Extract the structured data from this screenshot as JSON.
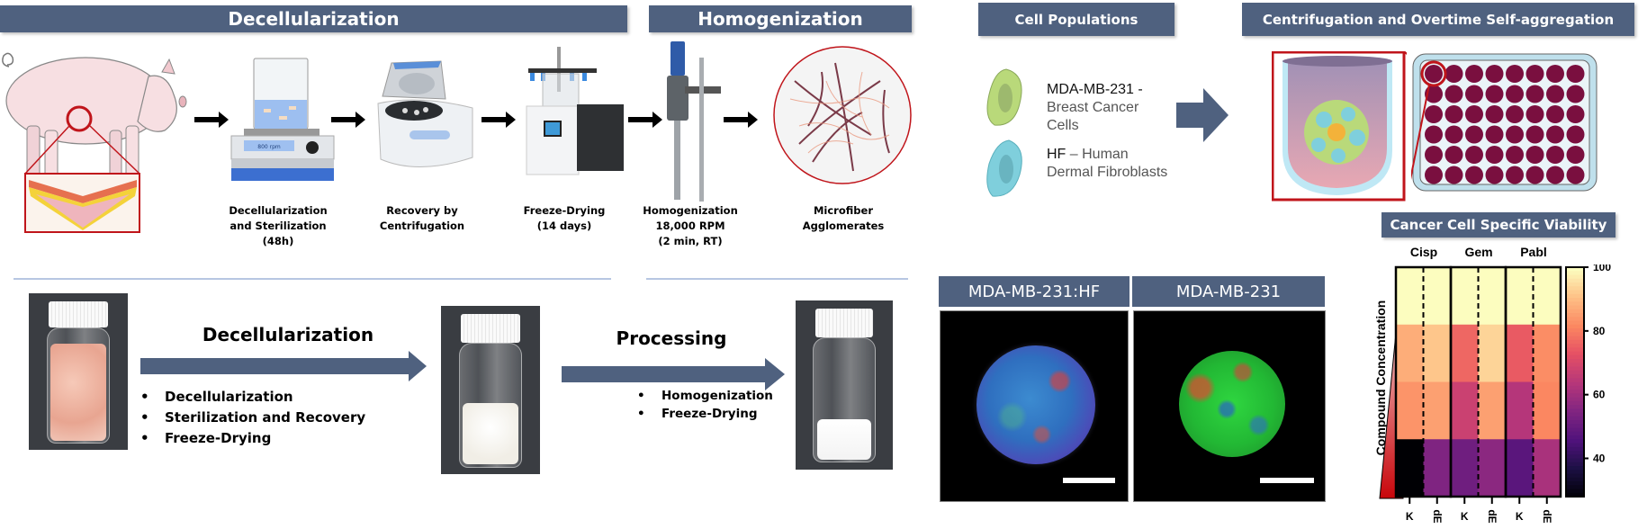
{
  "banners": {
    "decellularization": "Decellularization",
    "homogenization": "Homogenization",
    "cell_populations": "Cell Populations",
    "centrifugation": "Centrifugation and Overtime Self-aggregation",
    "viability": "Cancer Cell Specific Viability",
    "panel_hf": "MDA-MB-231:HF",
    "panel_mda": "MDA-MB-231"
  },
  "steps": [
    {
      "icon": "stirrer-icon",
      "caption": [
        "Decellularization",
        "and Sterilization",
        "(48h)"
      ],
      "display_text": "800 rpm"
    },
    {
      "icon": "centrifuge-icon",
      "caption": [
        "Recovery by",
        "Centrifugation"
      ]
    },
    {
      "icon": "freeze-dryer-icon",
      "caption": [
        "Freeze-Drying",
        "(14 days)"
      ]
    },
    {
      "icon": "homogenizer-icon",
      "caption": [
        "Homogenization",
        "18,000 RPM",
        "(2 min, RT)"
      ]
    },
    {
      "icon": "microfiber-icon",
      "caption": [
        "Microfiber",
        "Agglomerates"
      ]
    }
  ],
  "process": {
    "stage1": {
      "title": "Decellularization",
      "bullets": [
        "Decellularization",
        "Sterilization and Recovery",
        "Freeze-Drying"
      ]
    },
    "stage2": {
      "title": "Processing",
      "bullets": [
        "Homogenization",
        "Freeze-Drying"
      ]
    }
  },
  "cells": [
    {
      "name": "MDA-MB-231",
      "separator": " -",
      "desc_lines": [
        "Breast Cancer",
        "Cells"
      ],
      "color": "#b9d97a"
    },
    {
      "name": "HF",
      "separator": " – Human",
      "desc_lines": [
        "Dermal Fibroblasts"
      ],
      "color": "#7fcfdc"
    }
  ],
  "plate": {
    "rows": 6,
    "cols": 8,
    "well_color": "#7a0f3f"
  },
  "colors": {
    "banner": "#4f617f",
    "accent_red": "#c0151b"
  },
  "chart_data": {
    "type": "heatmap",
    "title": "Cancer Cell Specific Viability",
    "groups": [
      "Cisp",
      "Gem",
      "Pabl"
    ],
    "columns": [
      "K",
      "dE",
      "K",
      "dE",
      "K",
      "dE"
    ],
    "ylabel": "Compound Concentration",
    "rows_note": "top = lowest concentration, bottom = highest concentration",
    "values": [
      [
        100,
        100,
        100,
        100,
        100,
        100
      ],
      [
        88,
        92,
        77,
        94,
        75,
        83
      ],
      [
        84,
        86,
        68,
        86,
        64,
        82
      ],
      [
        28,
        55,
        52,
        57,
        48,
        62
      ]
    ],
    "colorbar": {
      "min": 28,
      "max": 100,
      "ticks": [
        40,
        60,
        80,
        100
      ],
      "colormap": "magma"
    }
  }
}
